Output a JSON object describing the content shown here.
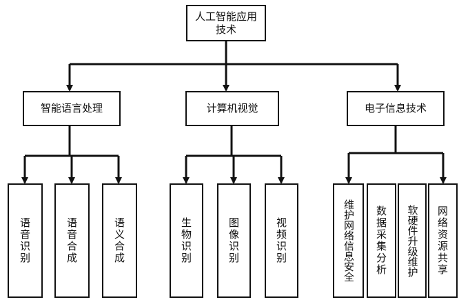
{
  "root": {
    "line1": "人工智能应用",
    "line2": "技术"
  },
  "branches": [
    {
      "label": "智能语言处理",
      "leaves": [
        "语音识别",
        "语音合成",
        "语义合成"
      ]
    },
    {
      "label": "计算机视觉",
      "leaves": [
        "生物识别",
        "图像识别",
        "视频识别"
      ]
    },
    {
      "label": "电子信息技术",
      "leaves": [
        "维护网络信息安全",
        "数据采集分析",
        "软硬件升级维护",
        "网络资源共享"
      ]
    }
  ]
}
